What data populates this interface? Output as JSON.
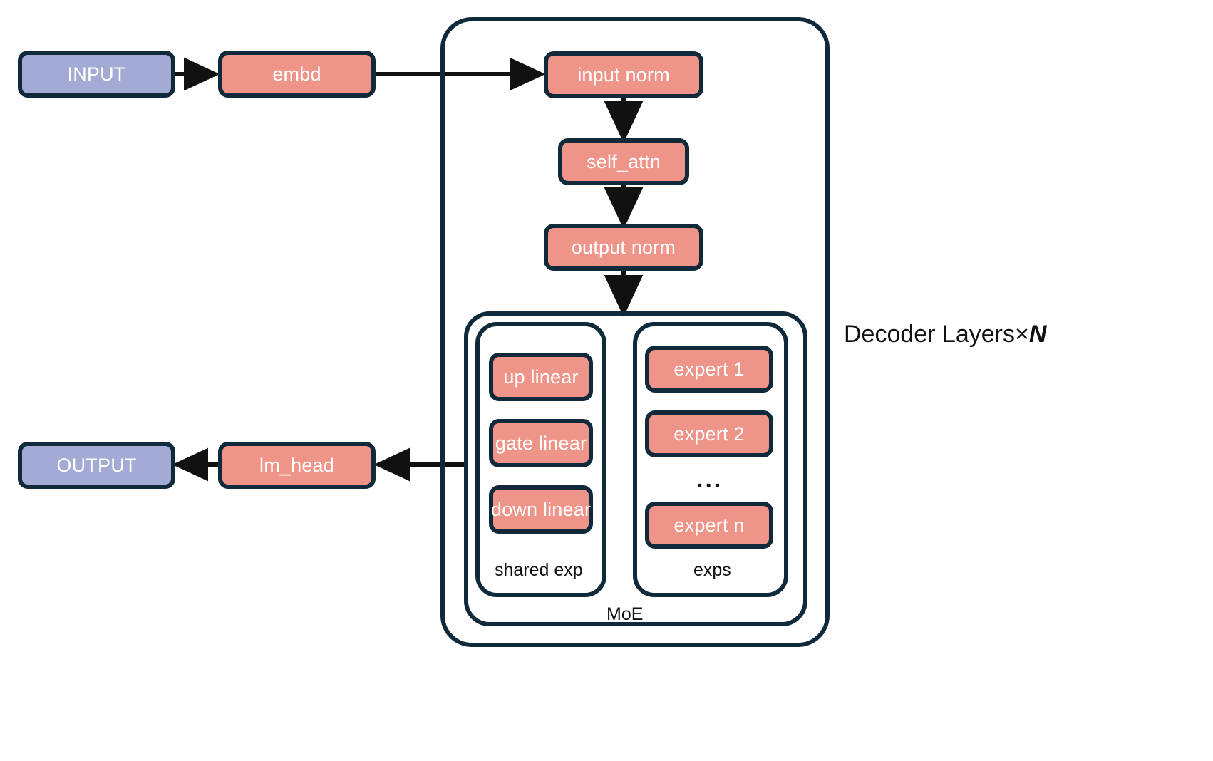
{
  "diagram": {
    "title_note": "Decoder Layers×N",
    "palette": {
      "border": "#10293b",
      "salmon": "#ee9489",
      "blue": "#a3aad4",
      "background": "#ffffff",
      "text_on_node": "#ffffff",
      "text_label": "#111111"
    },
    "io": {
      "input": "INPUT",
      "embd": "embd",
      "lm_head": "lm_head",
      "output": "OUTPUT"
    },
    "decoder": {
      "label_prefix": "Decoder Layers×",
      "label_n": "N",
      "blocks": [
        {
          "label": "input norm"
        },
        {
          "label": "self_attn"
        },
        {
          "label": "output norm"
        }
      ]
    },
    "moe": {
      "label": "MoE",
      "shared_expert": {
        "label": "shared exp",
        "layers": [
          {
            "label": "up linear"
          },
          {
            "label": "gate linear"
          },
          {
            "label": "down linear"
          }
        ]
      },
      "experts": {
        "label": "exps",
        "items": [
          {
            "label": "expert 1"
          },
          {
            "label": "expert 2"
          },
          {
            "label": "expert n"
          }
        ],
        "ellipsis": "..."
      }
    }
  }
}
